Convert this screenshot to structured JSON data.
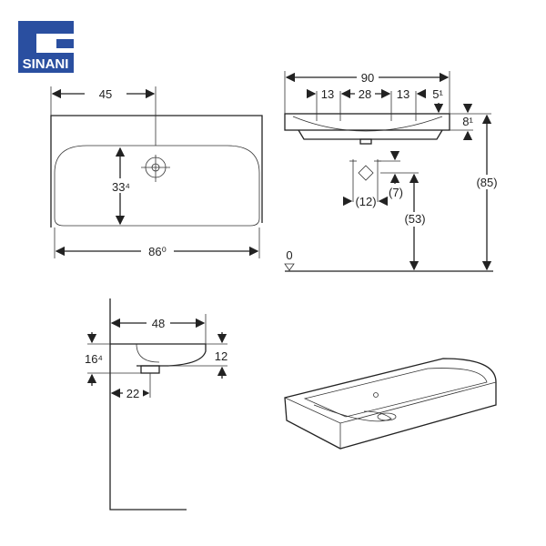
{
  "logo": {
    "text": "SINANI",
    "color": "#2a4fa0"
  },
  "top_view": {
    "dim_tap_offset": "45",
    "dim_bowl_depth": "33⁴",
    "dim_width": "86⁰"
  },
  "front_view": {
    "dim_total_width": "90",
    "dim_a": "13",
    "dim_b": "28",
    "dim_c": "13",
    "dim_d": "5¹",
    "dim_rim": "8¹",
    "dim_height_total": "(85)",
    "dim_drain_height": "(53)",
    "dim_drain_offset_v": "(7)",
    "dim_drain_offset_h": "(12)",
    "floor_level": "0"
  },
  "side_view": {
    "dim_depth": "48",
    "dim_height": "16⁴",
    "dim_rim": "12",
    "dim_drain": "22"
  }
}
